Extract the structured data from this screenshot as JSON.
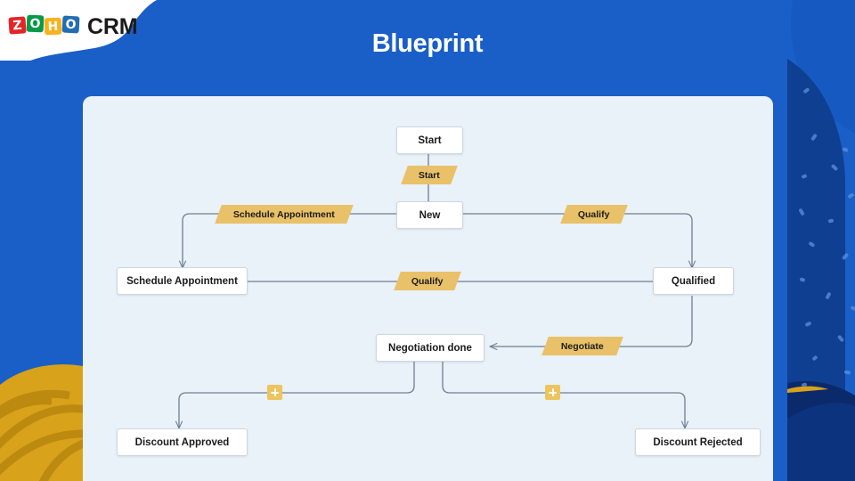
{
  "brand": {
    "logo_letters": [
      "Z",
      "O",
      "H",
      "O"
    ],
    "product": "CRM",
    "colors": {
      "z": "#e42527",
      "o1": "#089949",
      "h": "#f9b21d",
      "o2": "#226db4"
    }
  },
  "header": {
    "title": "Blueprint"
  },
  "theme": {
    "background_blue": "#1a5fc8",
    "background_blue_dark": "#0f3f91",
    "background_navy": "#0a2a6b",
    "canvas_bg": "#e9f1f9",
    "transition_gold": "#e9c168",
    "plus_gold": "#eec45e",
    "accent_amber": "#d9a21b",
    "connector": "#6f7f93",
    "node_border": "#cfd6df",
    "node_bg": "#ffffff",
    "text": "#1b1b1b"
  },
  "flow": {
    "type": "blueprint-flowchart",
    "states": [
      {
        "id": "start",
        "label": "Start"
      },
      {
        "id": "new",
        "label": "New"
      },
      {
        "id": "schedule_appointment",
        "label": "Schedule Appointment"
      },
      {
        "id": "qualified",
        "label": "Qualified"
      },
      {
        "id": "negotiation_done",
        "label": "Negotiation done"
      },
      {
        "id": "discount_approved",
        "label": "Discount Approved"
      },
      {
        "id": "discount_rejected",
        "label": "Discount Rejected"
      }
    ],
    "transitions": [
      {
        "id": "t_start",
        "label": "Start",
        "from": "start",
        "to": "new"
      },
      {
        "id": "t_sched",
        "label": "Schedule Appointment",
        "from": "new",
        "to": "schedule_appointment"
      },
      {
        "id": "t_qualify1",
        "label": "Qualify",
        "from": "new",
        "to": "qualified"
      },
      {
        "id": "t_qualify2",
        "label": "Qualify",
        "from": "schedule_appointment",
        "to": "qualified"
      },
      {
        "id": "t_negotiate",
        "label": "Negotiate",
        "from": "qualified",
        "to": "negotiation_done"
      }
    ],
    "add_buttons": [
      {
        "id": "add_left",
        "label": "+",
        "branch": "discount_approved"
      },
      {
        "id": "add_right",
        "label": "+",
        "branch": "discount_rejected"
      }
    ]
  }
}
